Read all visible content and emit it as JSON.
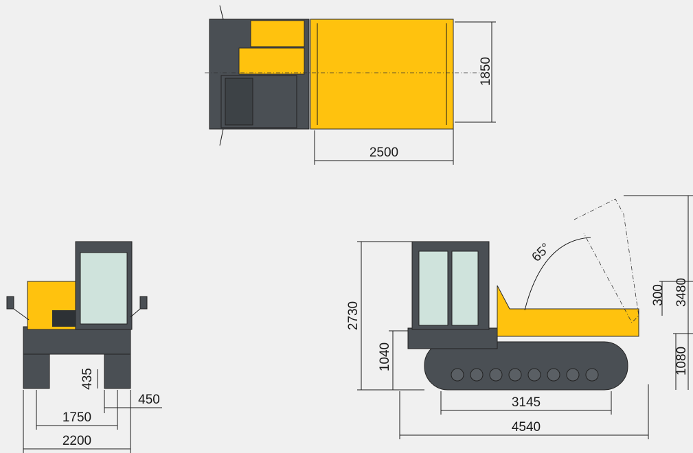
{
  "top_view": {
    "width_label": "1850",
    "length_label": "2500"
  },
  "front_view": {
    "track_height_label": "435",
    "track_width_label": "450",
    "track_gauge_label": "1750",
    "overall_width_label": "2200"
  },
  "side_view": {
    "dump_angle_label": "65°",
    "overall_height_label": "2730",
    "deck_height_label": "1040",
    "track_length_label": "3145",
    "overall_length_label": "4540",
    "tilt_height_label": "3480",
    "clearance_label": "300",
    "rear_height_label": "1080"
  },
  "colors": {
    "body": "#ffc20e",
    "dark": "#4a4f54",
    "glass": "#cfe3dc",
    "background": "#f0f0f0"
  }
}
